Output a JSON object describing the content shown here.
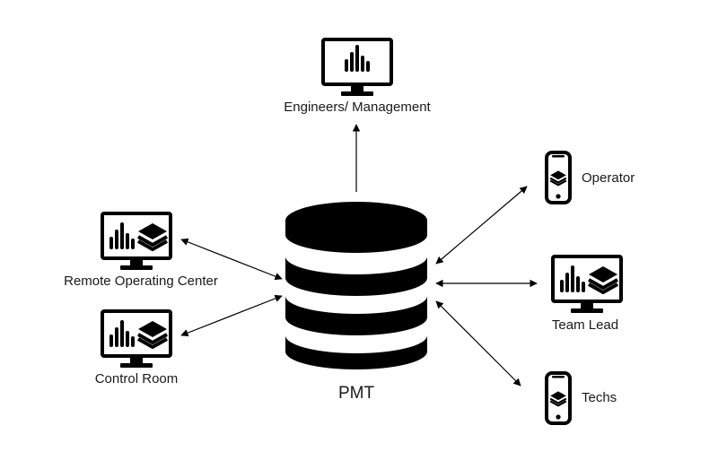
{
  "colors": {
    "ink": "#000000",
    "text": "#1a1a1a",
    "background": "#ffffff"
  },
  "hub": {
    "label": "PMT",
    "icon": "database-icon"
  },
  "nodes": {
    "engineers": {
      "label": "Engineers/ Management",
      "icon": "monitor-chart-icon"
    },
    "operator": {
      "label": "Operator",
      "icon": "phone-layers-icon"
    },
    "team_lead": {
      "label": "Team Lead",
      "icon": "monitor-chart-layers-icon"
    },
    "techs": {
      "label": "Techs",
      "icon": "phone-layers-icon"
    },
    "remote_center": {
      "label": "Remote Operating Center",
      "icon": "monitor-chart-layers-icon"
    },
    "control_room": {
      "label": "Control Room",
      "icon": "monitor-chart-layers-icon"
    }
  }
}
